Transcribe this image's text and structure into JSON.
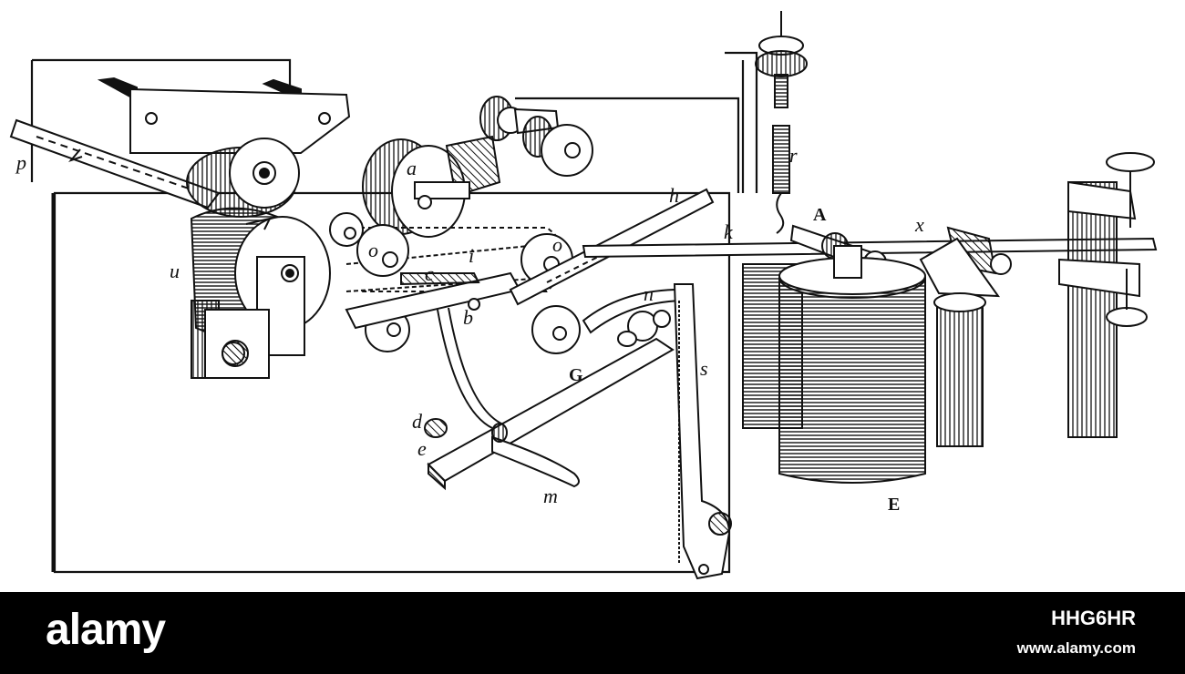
{
  "labels": {
    "p": "p",
    "u": "u",
    "a": "a",
    "o1": "o",
    "o2": "o",
    "i": "i",
    "c": "c",
    "h": "h",
    "b": "b",
    "n": "n",
    "G": "G",
    "s": "s",
    "d": "d",
    "e": "e",
    "m": "m",
    "k": "k",
    "r": "r",
    "A": "A",
    "x": "x",
    "E": "E"
  },
  "footer": {
    "brand": "alamy",
    "image_id": "HHG6HR",
    "url": "www.alamy.com"
  },
  "colors": {
    "ink": "#111111",
    "paper": "#ffffff",
    "footer_bg": "#000000",
    "footer_text": "#ffffff"
  }
}
